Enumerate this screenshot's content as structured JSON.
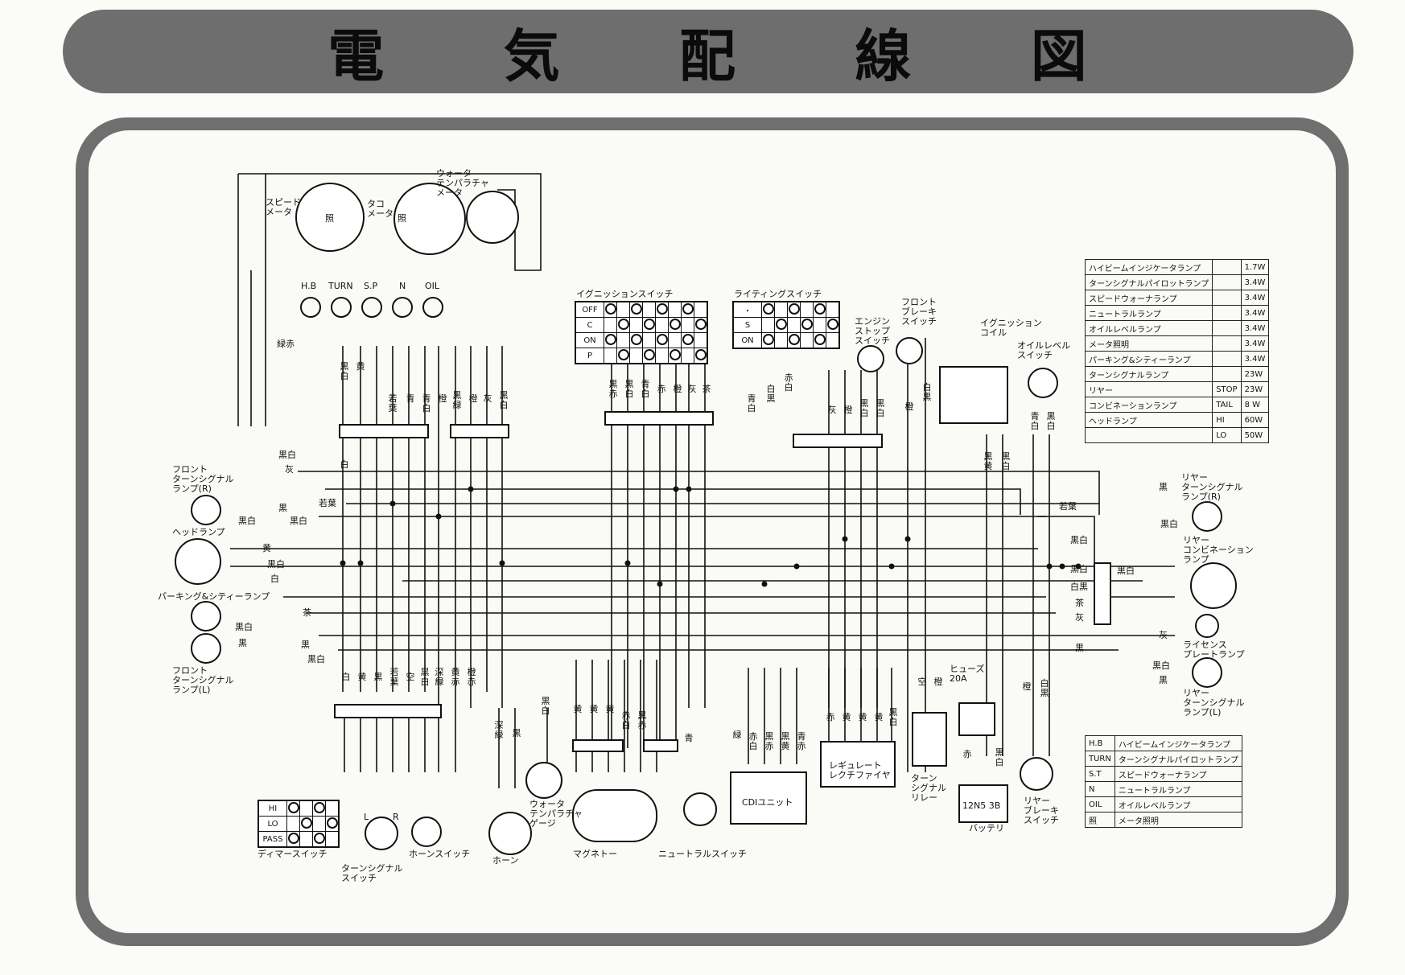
{
  "title": "電 気 配 線 図",
  "components": {
    "speed_meter": "スピード\nメータ",
    "tach_meter": "タコ\nメータ",
    "water_temp_meter": "ウォータ\nテンパラチャ\nメータ",
    "ignition_switch": "イグニッションスイッチ",
    "lighting_switch": "ライティングスイッチ",
    "engine_stop_switch": "エンジン\nストップ\nスイッチ",
    "front_brake_switch": "フロント\nブレーキ\nスイッチ",
    "ignition_coil": "イグニッション\nコイル",
    "oil_level_switch": "オイルレベル\nスイッチ",
    "front_turn_r": "フロント\nターンシグナル\nランプ(R)",
    "headlamp": "ヘッドランプ",
    "parking_lamp": "パーキング&シティーランプ",
    "front_turn_l": "フロント\nターンシグナル\nランプ(L)",
    "rear_turn_r": "リヤー\nターンシグナル\nランプ(R)",
    "rear_combo": "リヤー\nコンビネーション\nランプ",
    "license_lamp": "ライセンス\nプレートランプ",
    "rear_turn_l": "リヤー\nターンシグナル\nランプ(L)",
    "dimmer_switch": "ディマースイッチ",
    "turn_switch": "ターンシグナル\nスイッチ",
    "horn_switch": "ホーンスイッチ",
    "horn": "ホーン",
    "water_temp_gauge": "ウォータ\nテンパラチャ\nゲージ",
    "magneto": "マグネトー",
    "neutral_switch": "ニュートラルスイッチ",
    "cdi_unit": "CDIユニット",
    "regulator": "レギュレート\nレクチファイヤ",
    "turn_relay": "ターン\nシグナル\nリレー",
    "fuse": "ヒューズ\n20A",
    "battery": "バッテリ",
    "battery_spec": "12N5 3B",
    "rear_brake_switch": "リヤー\nブレーキ\nスイッチ"
  },
  "indicators": [
    "H.B",
    "TURN",
    "S.P",
    "N",
    "OIL"
  ],
  "meter_mark": "照",
  "ignition_rows": [
    "OFF",
    "C",
    "ON",
    "P"
  ],
  "lighting_rows": [
    "・",
    "S",
    "ON"
  ],
  "dimmer_rows": [
    "HI",
    "LO",
    "PASS"
  ],
  "turn_switch_marks": [
    "L",
    "R"
  ],
  "wire_colors": {
    "black_white": "黒白",
    "gray": "灰",
    "black": "黒",
    "yellow_green": "若葉",
    "yellow": "黄",
    "white": "白",
    "brown": "茶",
    "white_black": "白黒",
    "blue": "青",
    "green_red": "緑赤",
    "yellow_red": "黄赤",
    "orange": "橙",
    "green": "緑",
    "sky": "空",
    "deep_green": "深緑",
    "red": "赤",
    "blue_white": "青白",
    "black_red": "黒赤",
    "red_white": "赤白",
    "black_green": "黒緑",
    "orange_red": "橙赤",
    "blue_red": "青赤",
    "black_yellow": "黒黄"
  },
  "spec_table": [
    {
      "name": "ハイビームインジケータランプ",
      "sub": "",
      "watt": "1.7W"
    },
    {
      "name": "ターンシグナルパイロットランプ",
      "sub": "",
      "watt": "3.4W"
    },
    {
      "name": "スピードウォーナランプ",
      "sub": "",
      "watt": "3.4W"
    },
    {
      "name": "ニュートラルランプ",
      "sub": "",
      "watt": "3.4W"
    },
    {
      "name": "オイルレベルランプ",
      "sub": "",
      "watt": "3.4W"
    },
    {
      "name": "メータ照明",
      "sub": "",
      "watt": "3.4W"
    },
    {
      "name": "パーキング&シティーランプ",
      "sub": "",
      "watt": "3.4W"
    },
    {
      "name": "ターンシグナルランプ",
      "sub": "",
      "watt": "23W"
    },
    {
      "name": "リヤー",
      "sub": "STOP",
      "watt": "23W"
    },
    {
      "name": "コンビネーションランプ",
      "sub": "TAIL",
      "watt": "8 W"
    },
    {
      "name": "ヘッドランプ",
      "sub": "HI",
      "watt": "60W"
    },
    {
      "name": "",
      "sub": "LO",
      "watt": "50W"
    }
  ],
  "legend": [
    {
      "code": "H.B",
      "desc": "ハイビームインジケータランプ"
    },
    {
      "code": "TURN",
      "desc": "ターンシグナルパイロットランプ"
    },
    {
      "code": "S.T",
      "desc": "スピードウォーナランプ"
    },
    {
      "code": "N",
      "desc": "ニュートラルランプ"
    },
    {
      "code": "OIL",
      "desc": "オイルレベルランプ"
    },
    {
      "code": "照",
      "desc": "メータ照明"
    }
  ]
}
